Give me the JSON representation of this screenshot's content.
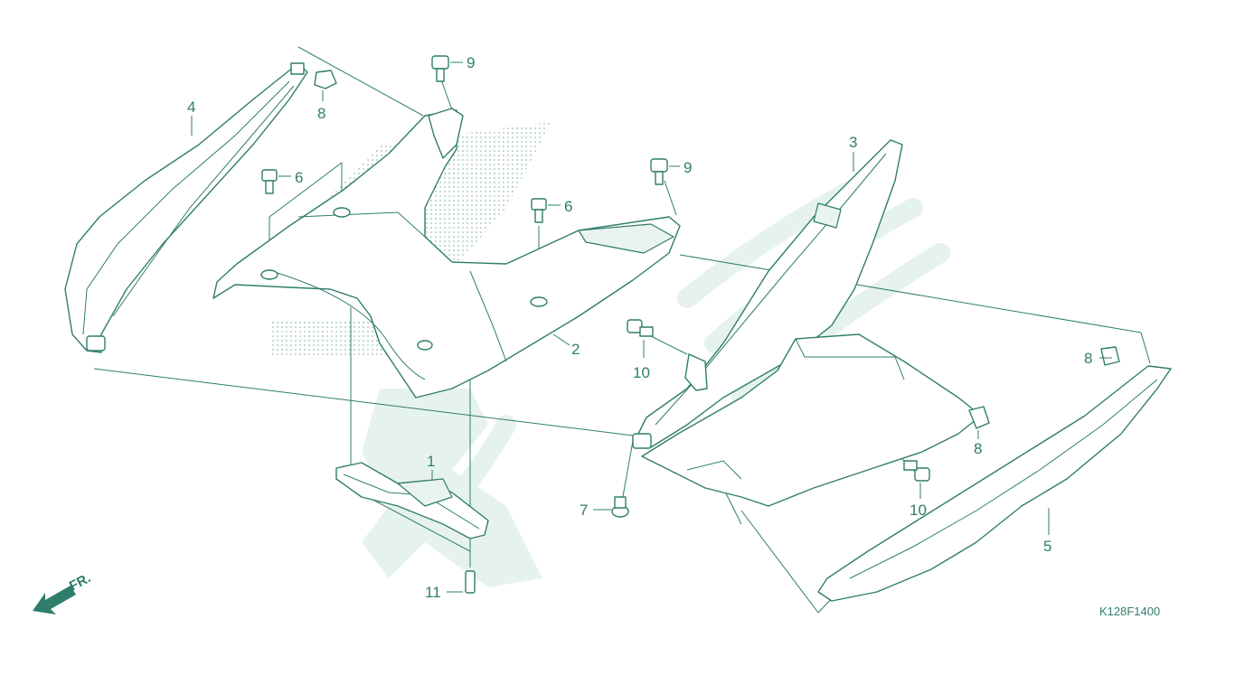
{
  "diagram": {
    "code": "K128F1400",
    "direction_label": "FR.",
    "callouts": [
      "1",
      "2",
      "3",
      "4",
      "5",
      "6",
      "6",
      "7",
      "8",
      "8",
      "8",
      "9",
      "9",
      "10",
      "10",
      "11"
    ],
    "colors": {
      "line": "#2f7d6c",
      "watermark": "#e6f2ee",
      "background": "#ffffff"
    }
  }
}
